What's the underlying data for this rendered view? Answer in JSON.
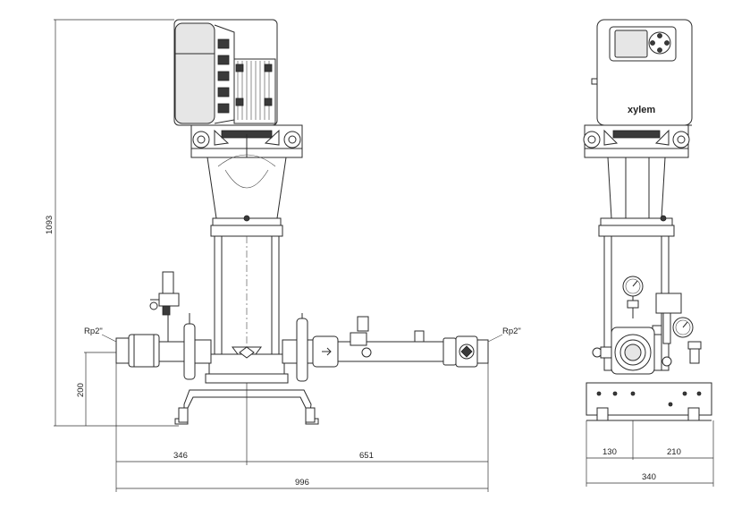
{
  "dimensions": {
    "height_total": "1093",
    "inlet_height": "200",
    "left_to_axis": "346",
    "axis_to_right": "651",
    "overall_length": "996",
    "side_left": "130",
    "side_right": "210",
    "side_total": "340"
  },
  "labels": {
    "inlet_thread": "Rp2\"",
    "outlet_thread": "Rp2\"",
    "brand": "xylem"
  }
}
